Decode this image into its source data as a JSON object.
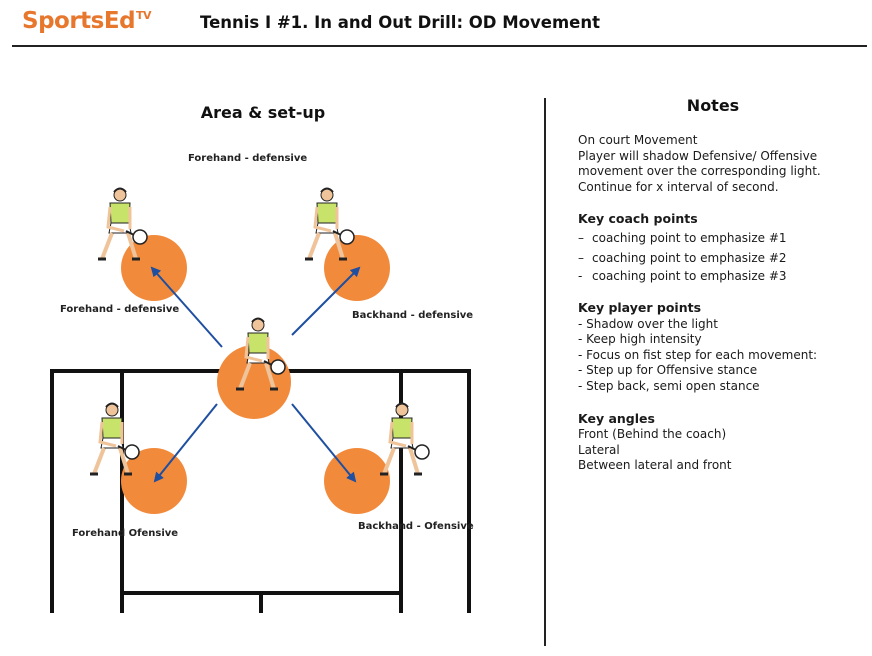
{
  "header": {
    "logo_text": "SportsEd",
    "logo_superscript": "TV",
    "title": "Tennis I #1. In and Out Drill: OD Movement",
    "brand_color": "#e8772e"
  },
  "area": {
    "title": "Area & set-up",
    "labels": {
      "top": "Forehand - defensive",
      "left_defensive": "Forehand - defensive",
      "right_defensive": "Backhand - defensive",
      "left_offensive": "Forehand Ofensive",
      "right_offensive": "Backhand - Ofensive"
    },
    "target_color": "#f28a3c",
    "arrow_color": "#1f4fa0",
    "court_line_color": "#111111",
    "player_shirt_color": "#c8e36a"
  },
  "notes": {
    "title": "Notes",
    "intro": [
      "On court Movement",
      "Player will shadow Defensive/ Offensive",
      "movement over the corresponding light.",
      "Continue for x interval of second."
    ],
    "coach_heading": "Key coach points",
    "coach_points": [
      {
        "dash": "–",
        "text": "coaching point to emphasize #1"
      },
      {
        "dash": "–",
        "text": "coaching point to emphasize #2"
      },
      {
        "dash": "-",
        "text": "coaching point to emphasize #3"
      }
    ],
    "player_heading": "Key player points",
    "player_points": [
      "- Shadow over the light",
      "- Keep high intensity",
      "- Focus on fist step for each movement:",
      "- Step up for Offensive stance",
      "- Step back, semi open stance"
    ],
    "angles_heading": "Key angles",
    "angles": [
      "Front (Behind the coach)",
      "Lateral",
      "Between lateral and front"
    ]
  }
}
